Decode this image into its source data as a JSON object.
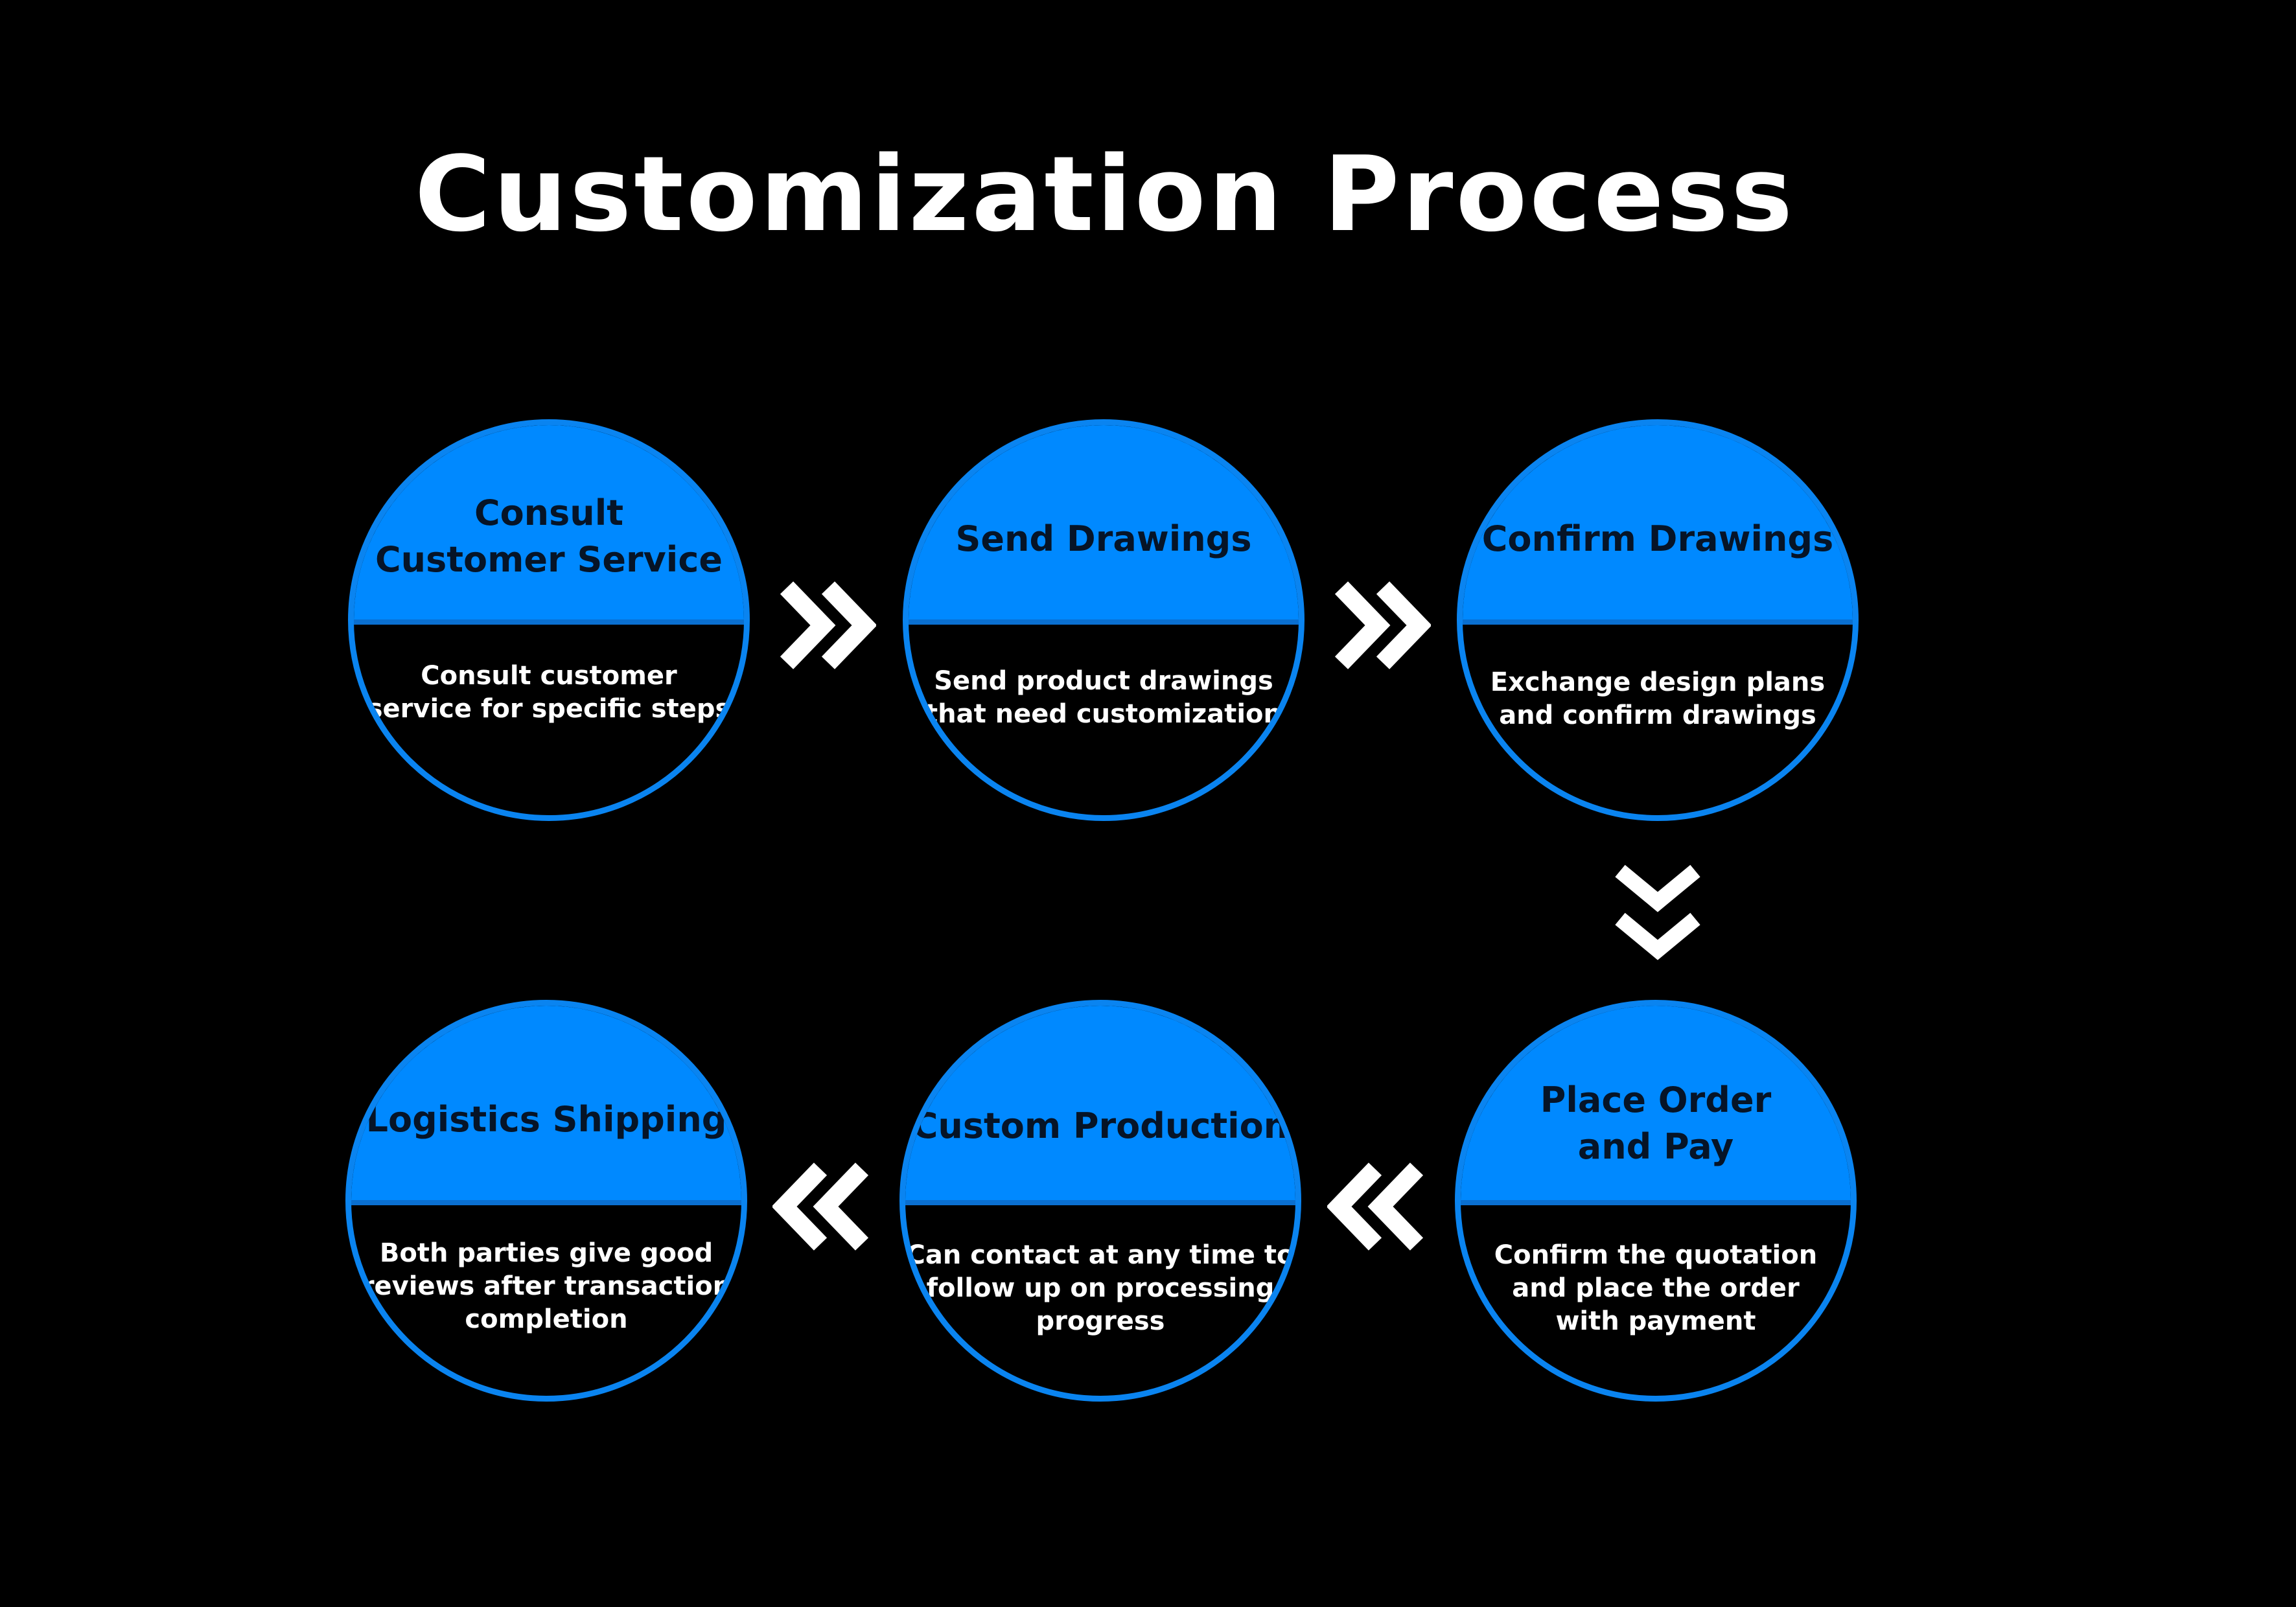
{
  "title": "Customization Process",
  "colors": {
    "background": "#000000",
    "accent": "#0089ff",
    "ring": "#0a84f0",
    "text": "#ffffff"
  },
  "steps": [
    {
      "heading": "Consult\nCustomer Service",
      "description": "Consult customer\nservice for specific steps"
    },
    {
      "heading": "Send Drawings",
      "description": "Send product drawings\nthat need customization"
    },
    {
      "heading": "Confirm Drawings",
      "description": "Exchange design plans\nand confirm drawings"
    },
    {
      "heading": "Place Order\nand Pay",
      "description": "Confirm the quotation\nand place the order\nwith payment"
    },
    {
      "heading": "Custom Production",
      "description": "Can contact at any time to\nfollow up on processing\nprogress"
    },
    {
      "heading": "Logistics Shipping",
      "description": "Both parties give good\nreviews after transaction\ncompletion"
    }
  ],
  "arrows": [
    {
      "icon": "double-chevron-right-icon"
    },
    {
      "icon": "double-chevron-right-icon"
    },
    {
      "icon": "double-chevron-down-icon"
    },
    {
      "icon": "double-chevron-left-icon"
    },
    {
      "icon": "double-chevron-left-icon"
    }
  ]
}
